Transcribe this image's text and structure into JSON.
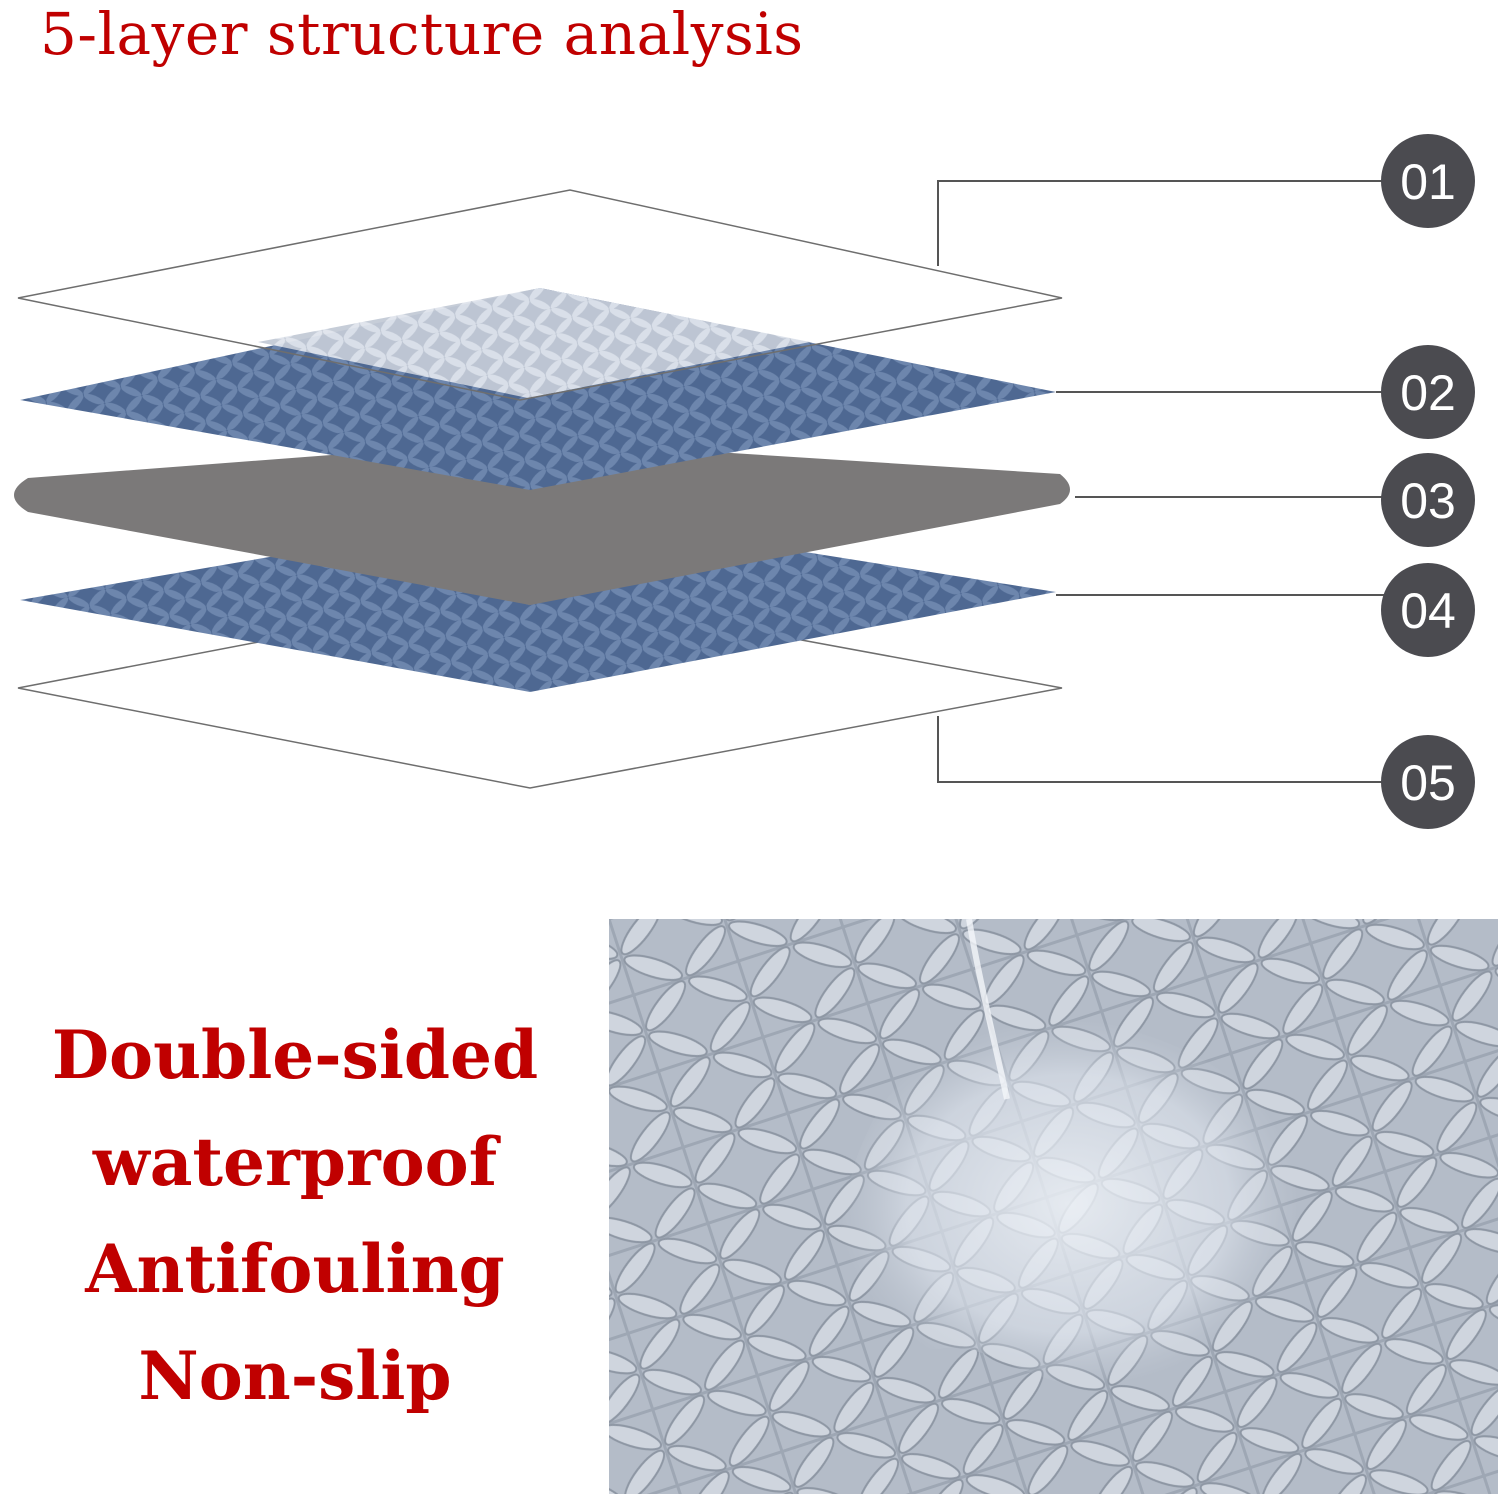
{
  "title": "5-layer structure analysis",
  "layers": [
    {
      "label": "01"
    },
    {
      "label": "02"
    },
    {
      "label": "03"
    },
    {
      "label": "04"
    },
    {
      "label": "05"
    }
  ],
  "features": [
    "Double-sided",
    "waterproof",
    "Antifouling",
    "Non-slip"
  ],
  "colors": {
    "title": "#c00000",
    "badge": "#4b4b50",
    "blue_layer": "#4e6892",
    "grey_core": "#7b7979",
    "photo_surface": "#b7bfca"
  }
}
